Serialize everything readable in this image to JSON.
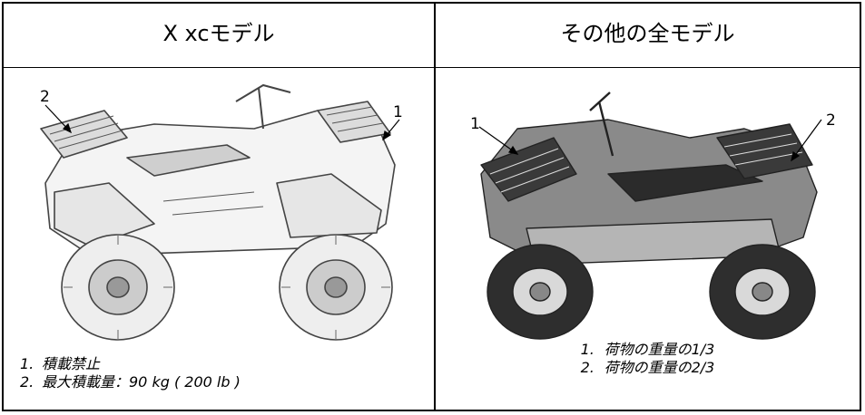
{
  "left_panel": {
    "title": "X xcモデル",
    "callouts": [
      "2",
      "1"
    ],
    "captions": [
      {
        "num": "1.",
        "text": "積載禁止"
      },
      {
        "num": "2.",
        "text": "最大積載量：90 kg ( 200 lb )"
      }
    ]
  },
  "right_panel": {
    "title": "その他の全モデル",
    "callouts": [
      "1",
      "2"
    ],
    "captions": [
      {
        "num": "1.",
        "text": "荷物の重量の1/3"
      },
      {
        "num": "2.",
        "text": "荷物の重量の2/3"
      }
    ]
  },
  "colors": {
    "border": "#000000",
    "line_art": "#444444",
    "shade_dark": "#2b2b2b",
    "shade_mid": "#8a8a8a",
    "shade_light": "#d9d9d9"
  }
}
